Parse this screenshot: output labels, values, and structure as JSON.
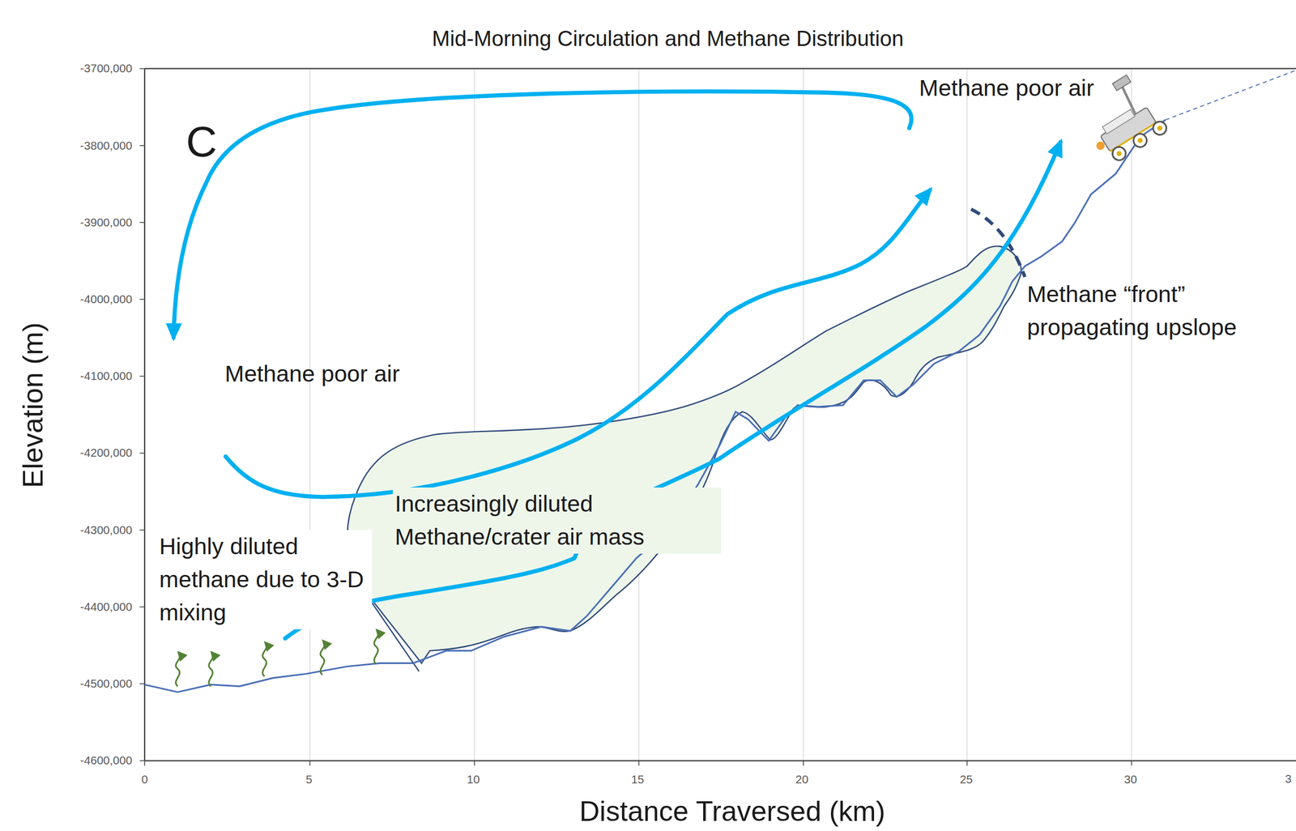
{
  "diagram": {
    "title": "Mid-Morning Circulation and Methane Distribution",
    "labels": [
      "C",
      "Methane poor air",
      "Methane “front” propagating upslope",
      "Methane poor air",
      "Increasingly diluted Methane/crater air mass",
      "Highly diluted methane due to 3-D mixing",
      "Elevation (m)",
      "Distance Traversed (km)",
      "-3700,000",
      "-3800,000",
      "-3900,000",
      "-4000,000",
      "-4100,000",
      "-4200,000",
      "-4300,000",
      "-4400,000",
      "-4500,000",
      "-4600,000",
      "0",
      "5",
      "10",
      "15",
      "20",
      "25",
      "30",
      "3"
    ]
  }
}
